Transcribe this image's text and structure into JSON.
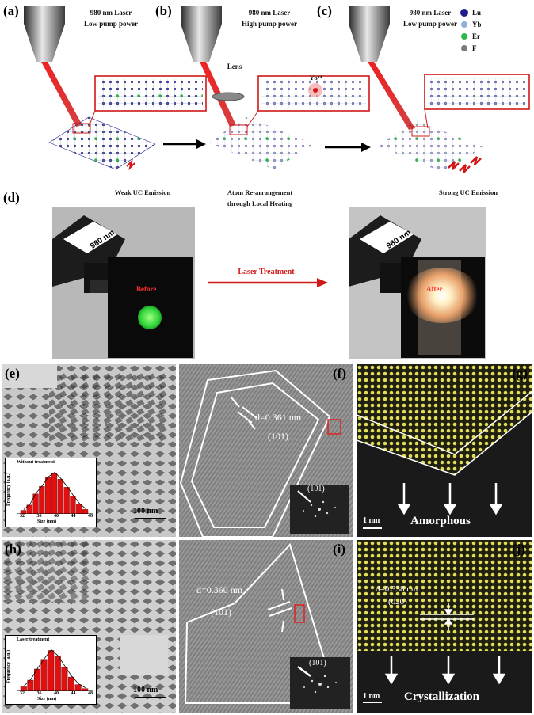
{
  "panel_a": {
    "label": "(a)",
    "laser": "980 nm Laser",
    "power": "Low pump power",
    "caption": "Weak UC Emission"
  },
  "panel_b": {
    "label": "(b)",
    "laser": "980 nm Laser",
    "power": "High pump power",
    "lens": "Lens",
    "ion": "Yb³⁺",
    "caption1": "Atom Re-arrangement",
    "caption2": "through Local Heating"
  },
  "panel_c": {
    "label": "(c)",
    "laser": "980 nm Laser",
    "power": "Low pump power",
    "caption": "Strong UC Emission"
  },
  "legend": [
    {
      "name": "Lu",
      "color": "#1e1e8a"
    },
    {
      "name": "Yb",
      "color": "#8fb0d8"
    },
    {
      "name": "Er",
      "color": "#2fb84a"
    },
    {
      "name": "F",
      "color": "#7a7a7a"
    }
  ],
  "panel_d": {
    "label": "(d)",
    "device_label": "980 nm",
    "before": "Before",
    "after": "After",
    "arrow": "Laser Treatment"
  },
  "panel_e": {
    "label": "(e)",
    "scale": "100 nm",
    "hist_title": "Without treatment",
    "ylabel": "Frequency (a.u.)",
    "xlabel": "Size (nm)",
    "ticks": [
      "32",
      "36",
      "40",
      "44",
      "48"
    ]
  },
  "panel_f": {
    "label": "(f)",
    "d": "d=0.361 nm",
    "plane": "(101)",
    "fft_plane": "(101)"
  },
  "panel_g": {
    "label": "(g)",
    "scale": "1 nm",
    "text": "Amorphous"
  },
  "panel_h": {
    "label": "(h)",
    "scale": "100 nm",
    "hist_title": "Laser treatment",
    "ylabel": "Frequency (a.u.)",
    "xlabel": "Size (nm)",
    "ticks": [
      "32",
      "36",
      "40",
      "44",
      "48"
    ]
  },
  "panel_i": {
    "label": "(i)",
    "d": "d=0.360 nm",
    "plane": "(101)",
    "fft_plane": "(101)"
  },
  "panel_j": {
    "label": "(j)",
    "scale": "1 nm",
    "d": "d=0.338 nm",
    "plane": "(020)",
    "text": "Crystallization"
  },
  "colors": {
    "laser": "#d01818",
    "glow_green": "#38e040",
    "lattice": "#e8e060"
  },
  "histogram_e": {
    "values": [
      0.08,
      0.2,
      0.45,
      0.62,
      0.82,
      0.92,
      0.78,
      0.6,
      0.4,
      0.22,
      0.1
    ]
  },
  "histogram_h": {
    "values": [
      0.1,
      0.25,
      0.5,
      0.72,
      0.92,
      0.78,
      0.55,
      0.32,
      0.15,
      0.06
    ]
  }
}
